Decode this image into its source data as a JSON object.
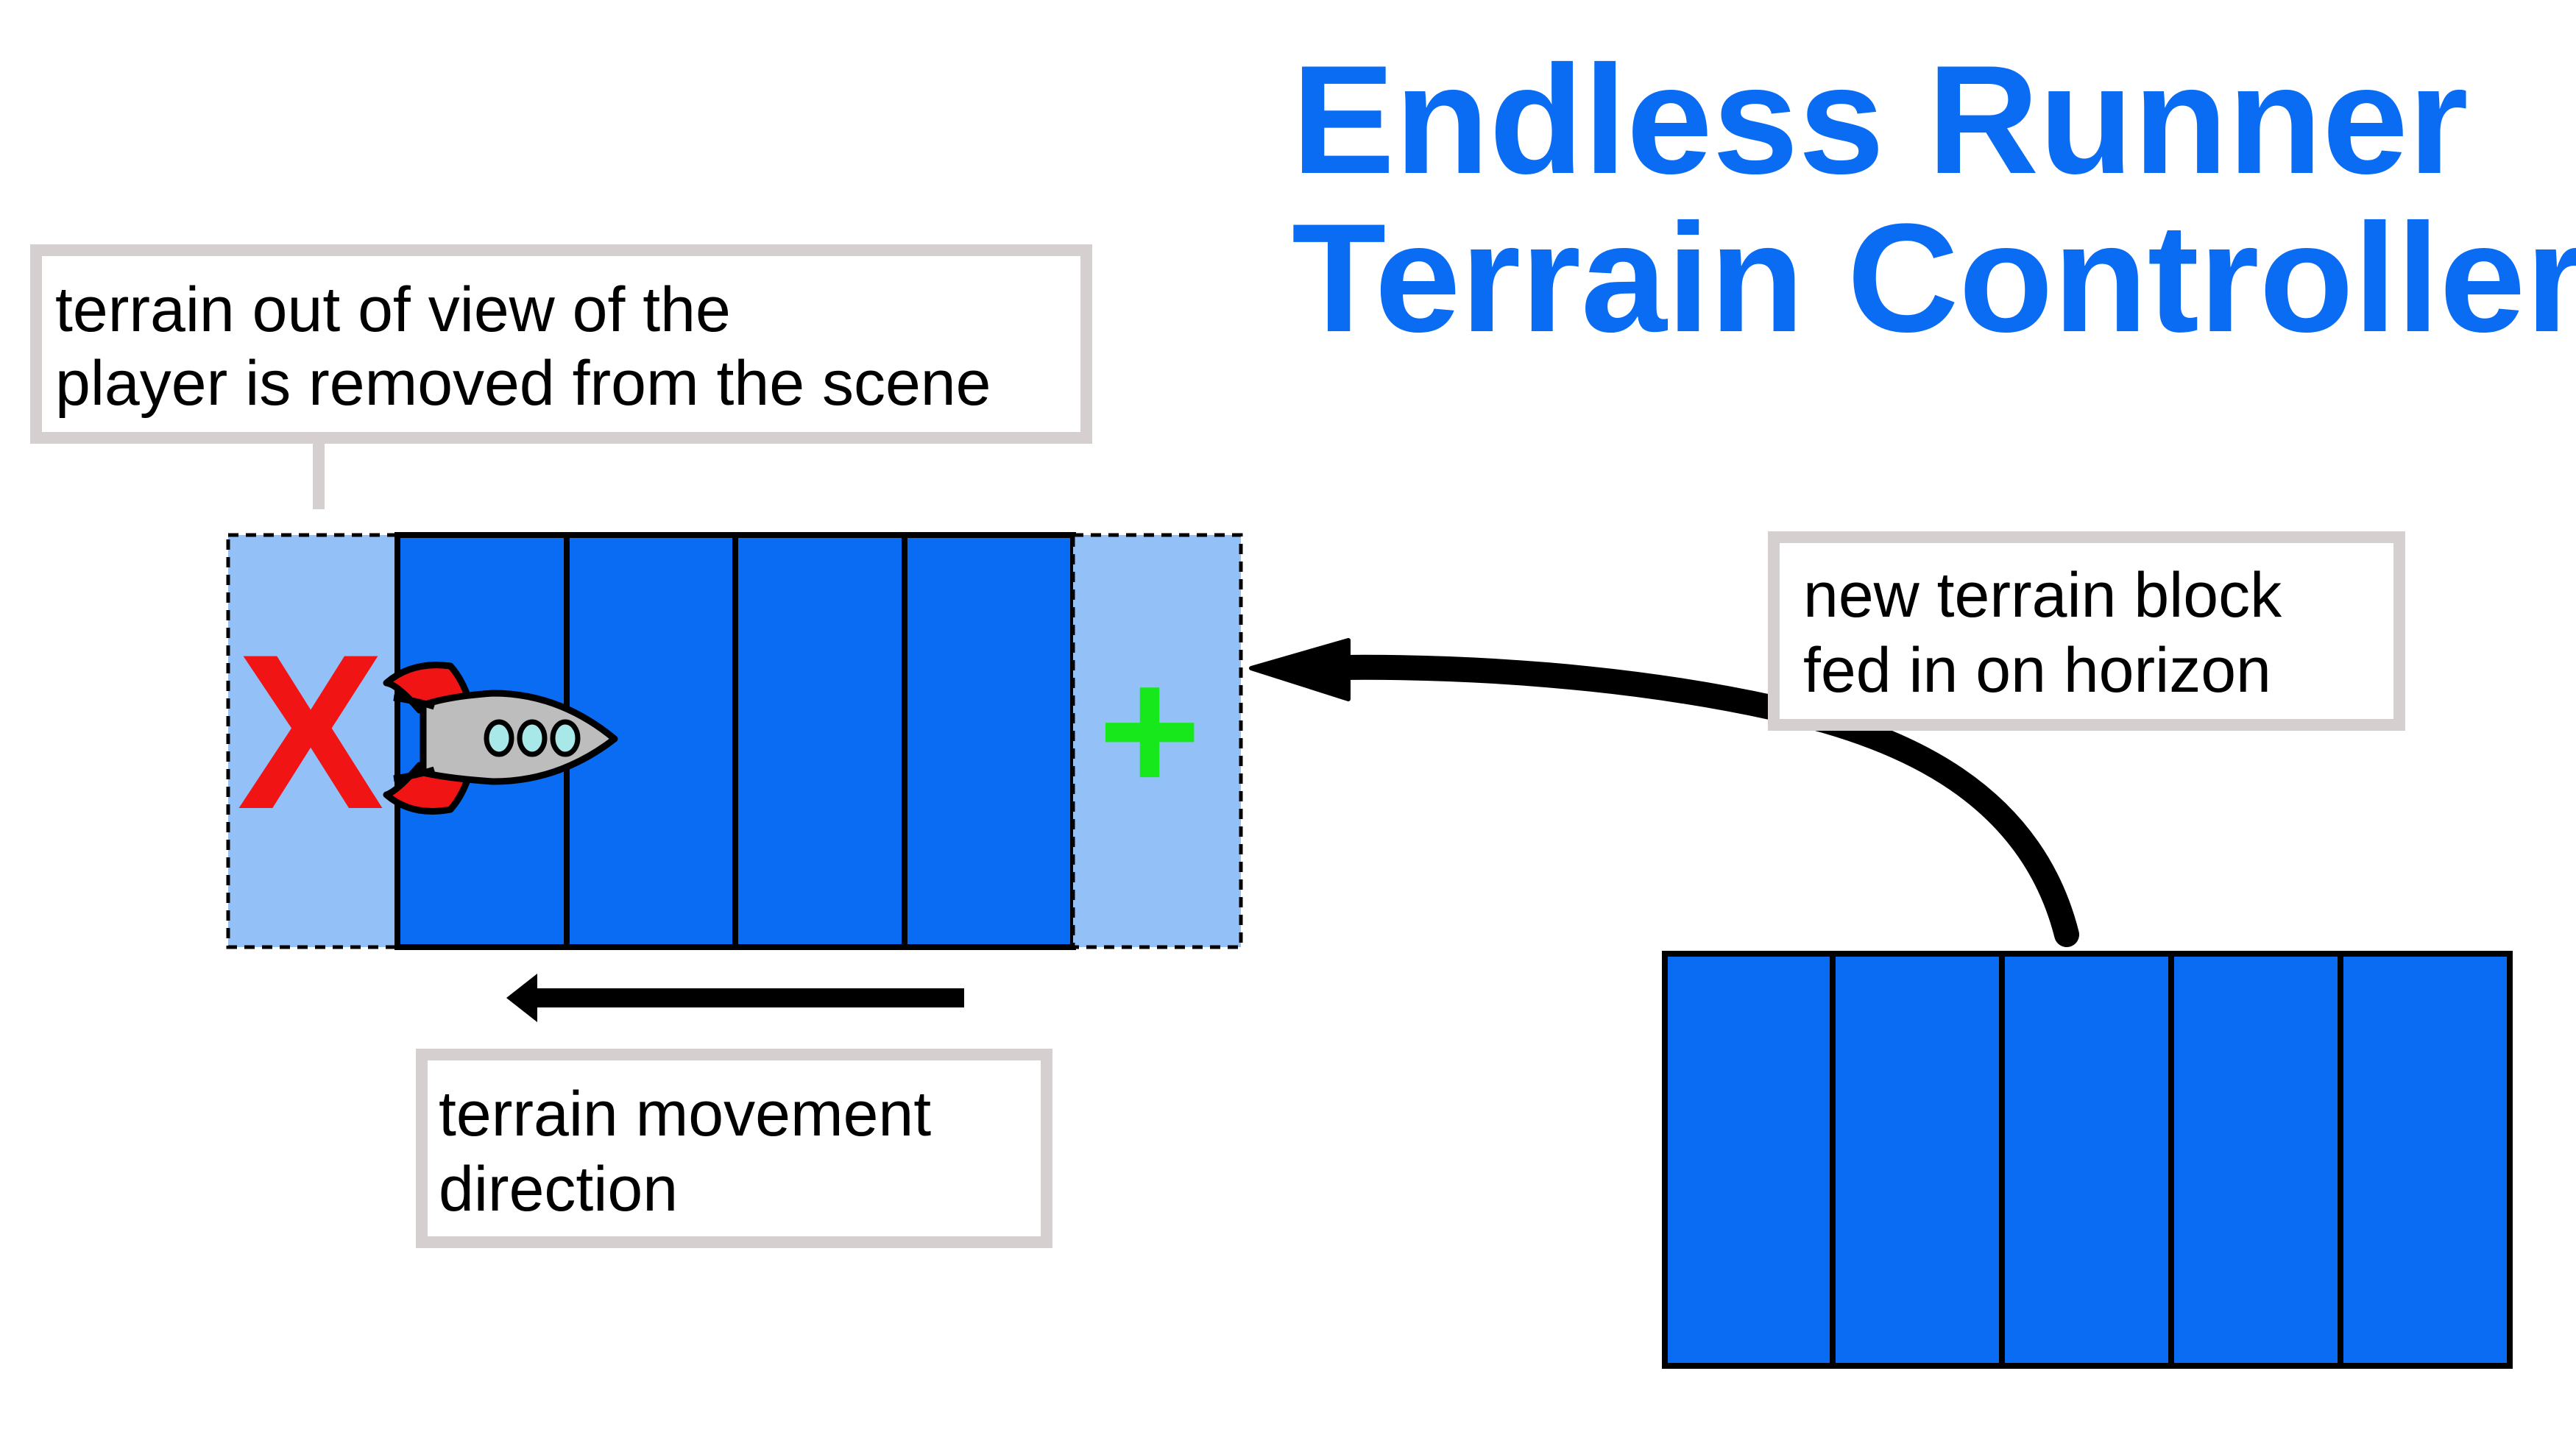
{
  "title": {
    "line1": "Endless Runner",
    "line2": "Terrain Controller"
  },
  "callouts": {
    "removed": {
      "line1": "terrain out of view of the",
      "line2": "player is removed from the scene"
    },
    "new_block": {
      "line1": "new terrain block",
      "line2": "fed in on horizon"
    },
    "movement": {
      "line1": "terrain movement",
      "line2": "direction"
    }
  },
  "symbols": {
    "remove_mark": "X",
    "add_mark": "+"
  },
  "colors": {
    "title": "#0a6cf2",
    "terrain_block": "#0a6cf2",
    "faded_block": "#93c0f7",
    "remove_mark": "#f01414",
    "add_mark": "#16e81c",
    "callout_border": "#d6cfcf",
    "arrow": "#000000"
  },
  "icons": {
    "player": "rocket-icon",
    "movement": "arrow-left-icon",
    "feed": "curved-arrow-icon"
  }
}
